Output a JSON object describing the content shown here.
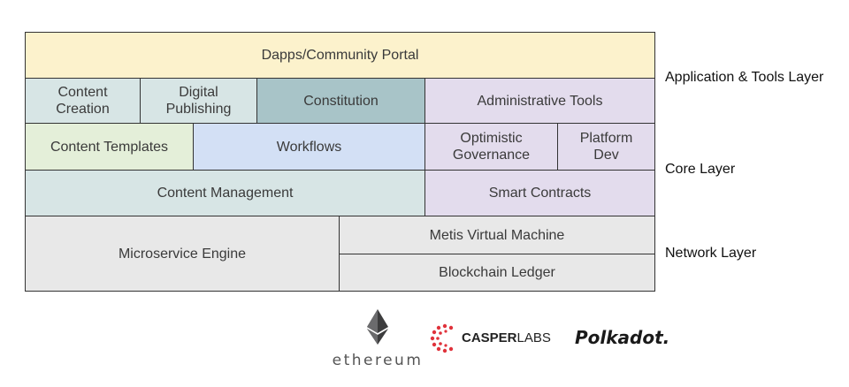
{
  "diagram": {
    "cells": {
      "dapps_portal": "Dapps/Community Portal",
      "content_creation": "Content\nCreation",
      "digital_publishing": "Digital\nPublishing",
      "constitution": "Constitution",
      "administrative_tools": "Administrative Tools",
      "content_templates": "Content Templates",
      "workflows": "Workflows",
      "optimistic_governance": "Optimistic\nGovernance",
      "platform_dev": "Platform\nDev",
      "content_management": "Content Management",
      "smart_contracts": "Smart Contracts",
      "microservice_engine": "Microservice Engine",
      "metis_vm": "Metis Virtual Machine",
      "blockchain_ledger": "Blockchain Ledger"
    },
    "layers": {
      "application": "Application & Tools Layer",
      "core": "Core Layer",
      "network": "Network Layer"
    },
    "colors": {
      "portal": "#fcf2cc",
      "content_blue": "#d7e5e5",
      "constitution": "#a8c4c8",
      "purple": "#e3dced",
      "green": "#e4efd9",
      "workflows": "#d3e0f5",
      "gray": "#e8e8e8"
    }
  },
  "logos": {
    "ethereum": "ethereum",
    "casper_bold": "CASPER",
    "casper_light": "LABS",
    "polkadot": "Polkadot."
  }
}
